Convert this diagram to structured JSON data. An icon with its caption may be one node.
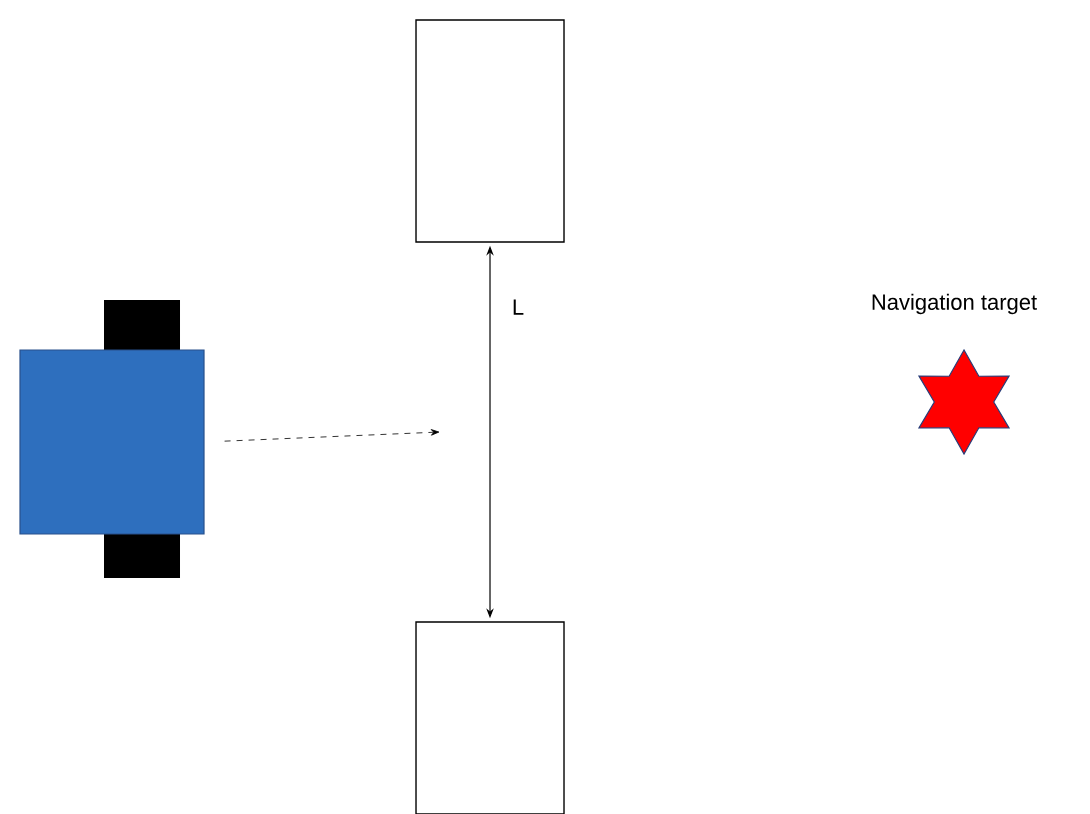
{
  "diagram": {
    "nodes": [
      {
        "text": [],
        "shape": "box"
      },
      {
        "text": [],
        "shape": "box"
      },
      {
        "text": [],
        "shape": "box"
      },
      {
        "text": [
          "Navigation target"
        ]
      }
    ],
    "edges": [
      {
        "from": 0,
        "to": null,
        "arrow": "to",
        "style": "dashed"
      },
      {
        "from": 1,
        "to": 2,
        "arrow": "both",
        "label": "L"
      }
    ]
  }
}
